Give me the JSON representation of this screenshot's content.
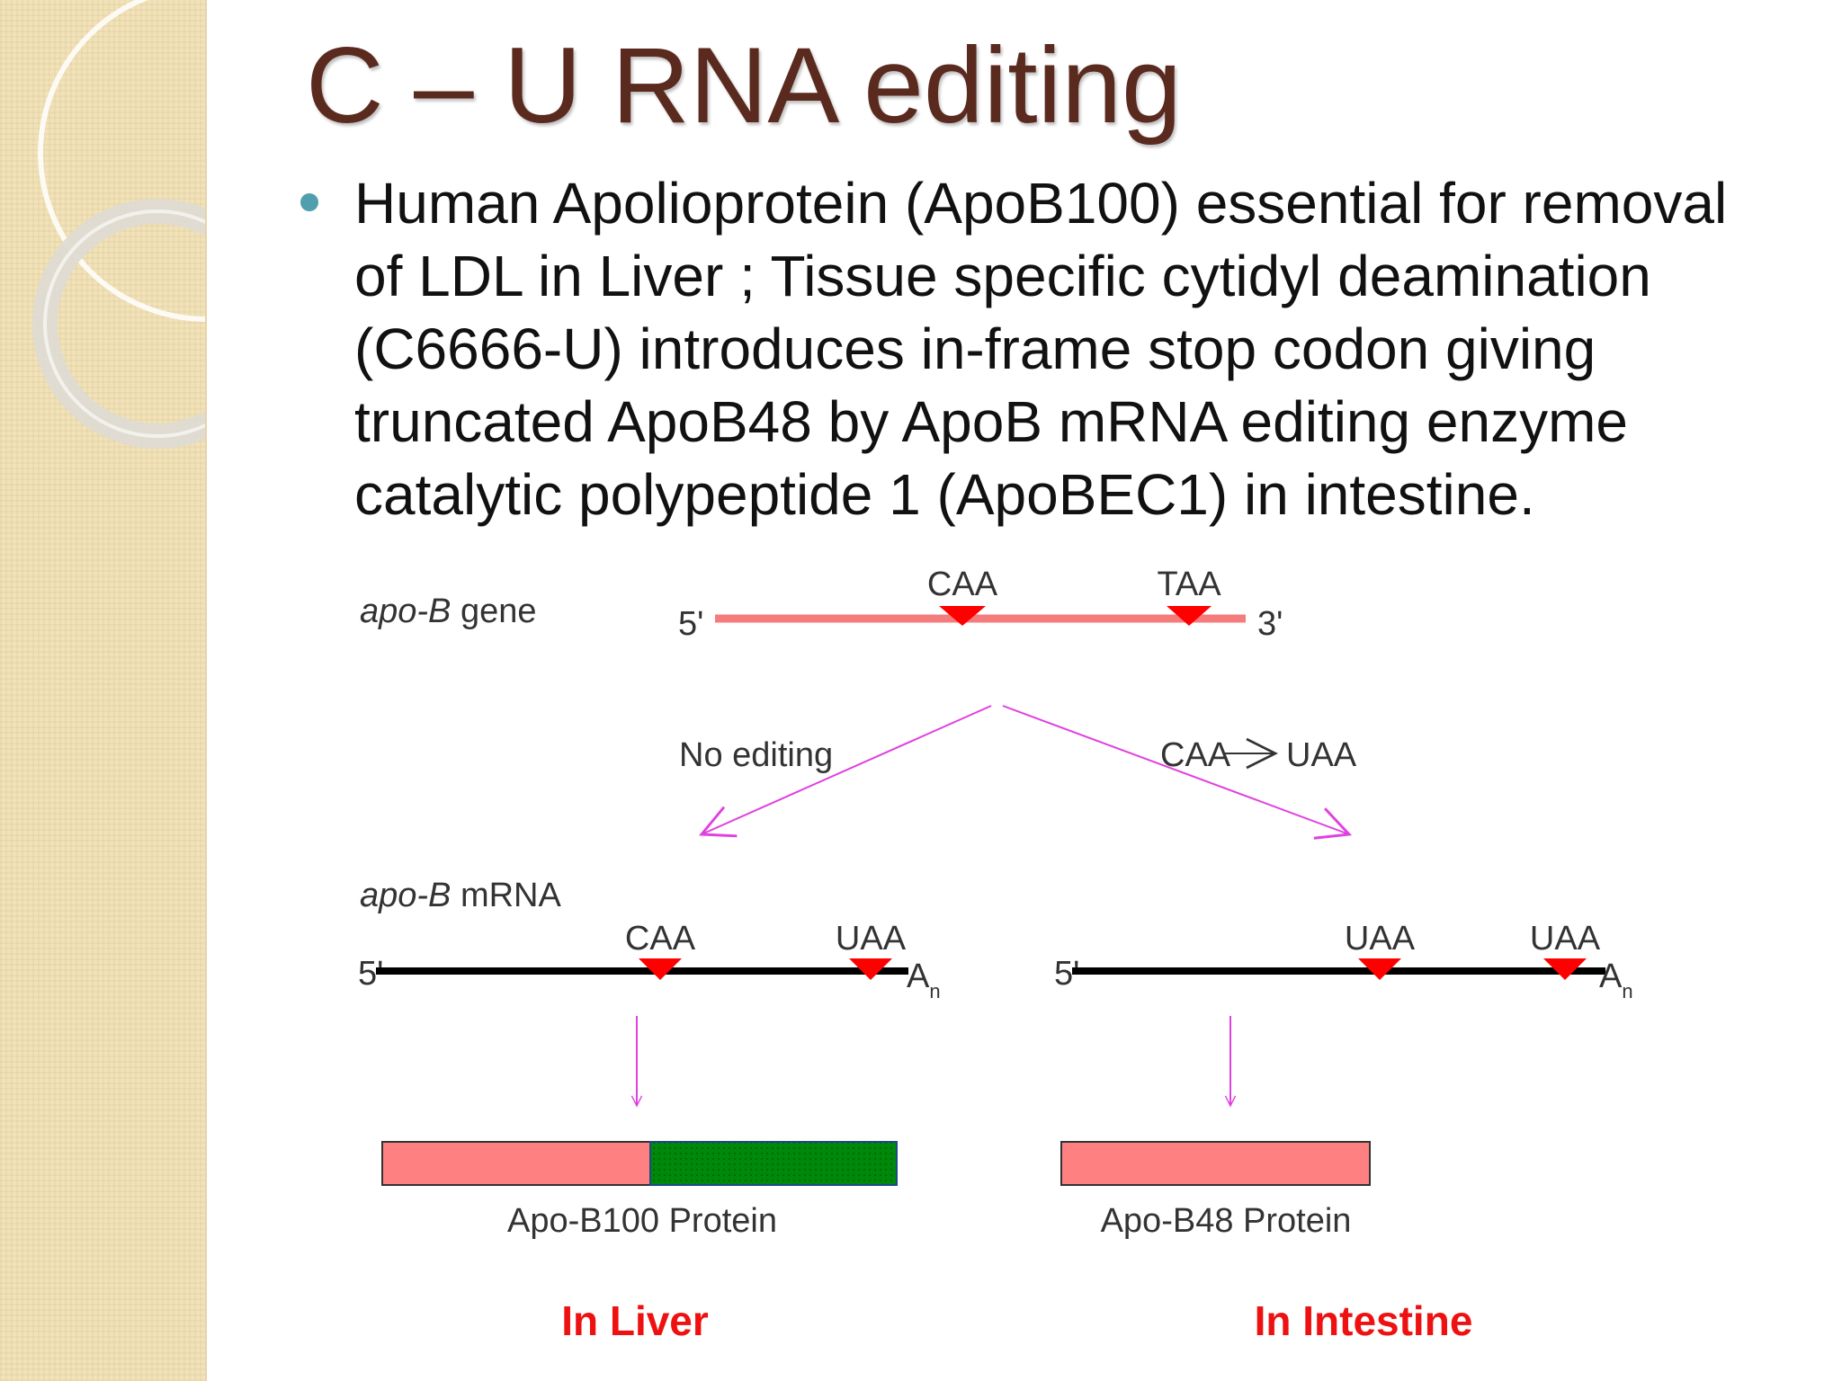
{
  "slide": {
    "title": "C – U RNA editing",
    "bullet": "Human Apolioprotein (ApoB100) essential for removal of LDL in Liver ; Tissue specific cytidyl deamination (C6666-U) introduces in-frame stop codon giving truncated ApoB48 by ApoB mRNA editing enzyme catalytic polypeptide 1 (ApoBEC1) in intestine."
  },
  "colors": {
    "title": "#5a2a1f",
    "bullet_dot": "#4f9fae",
    "gene_line": "#f47c7c",
    "marker": "#ff0000",
    "arrow": "#e040e0",
    "protein_pink": "#ff8080",
    "protein_green": "#00880a",
    "tissue_label": "#ee1111",
    "side_panel": "#f1e2b9"
  },
  "figure": {
    "gene": {
      "label_italic": "apo-B",
      "label_rest": " gene",
      "five_prime": "5'",
      "three_prime": "3'",
      "codon_1": "CAA",
      "codon_2": "TAA"
    },
    "left_branch": {
      "label": "No editing"
    },
    "right_branch": {
      "label_from": "CAA",
      "label_to": "UAA"
    },
    "mrna": {
      "label_italic": "apo-B",
      "label_rest": " mRNA",
      "left": {
        "five_prime": "5'",
        "codon_1": "CAA",
        "codon_2": "UAA",
        "tail": "A",
        "tail_sub": "n"
      },
      "right": {
        "five_prime": "5'",
        "codon_1": "UAA",
        "codon_2": "UAA",
        "tail": "A",
        "tail_sub": "n"
      }
    },
    "proteins": {
      "left": {
        "label": "Apo-B100 Protein",
        "tissue": "In Liver"
      },
      "right": {
        "label": "Apo-B48 Protein",
        "tissue": "In Intestine"
      }
    }
  }
}
